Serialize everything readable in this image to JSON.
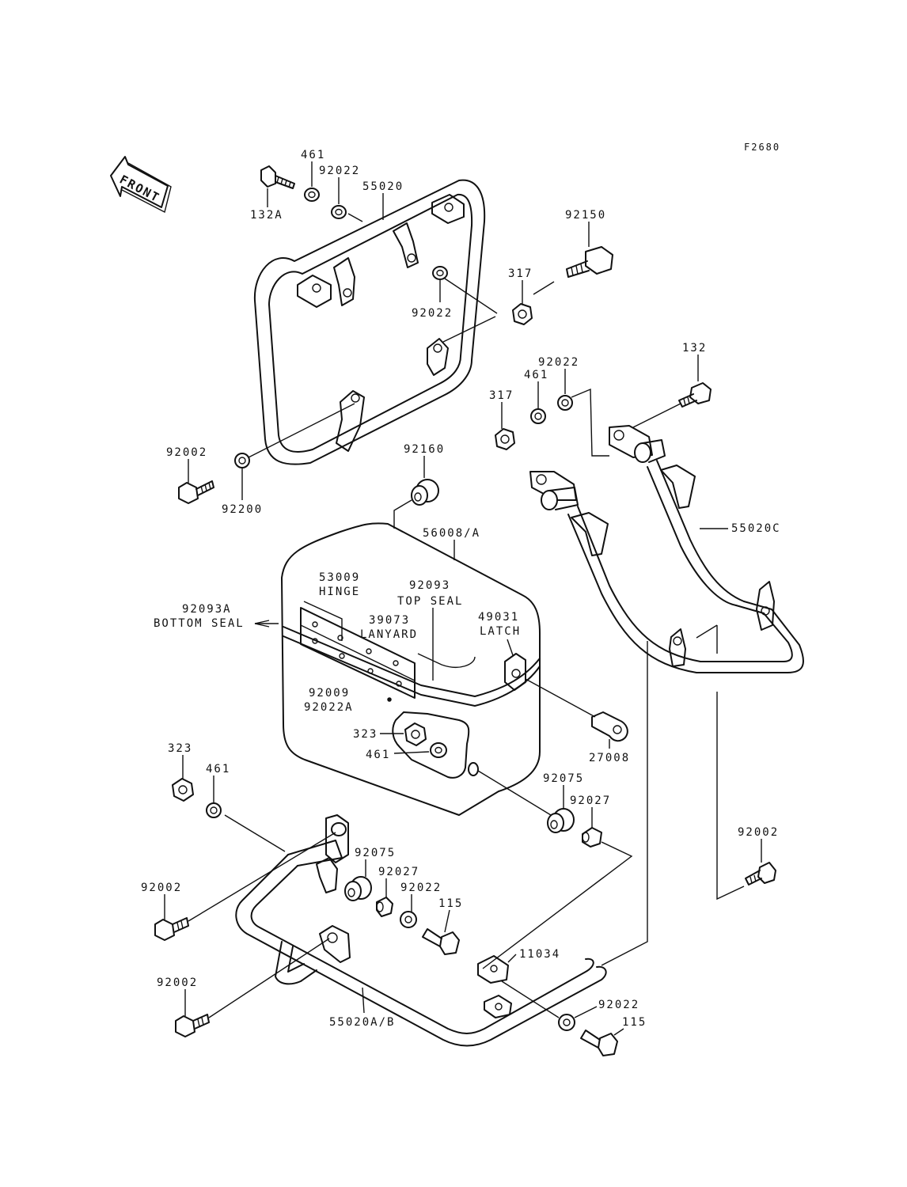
{
  "figure_code": "F2680",
  "front_label": "FRONT",
  "callouts": {
    "c132A": "132A",
    "c461_top": "461",
    "c92022_top": "92022",
    "c55020": "55020",
    "c92150": "92150",
    "c317_top": "317",
    "c92022_mid": "92022",
    "c132": "132",
    "c92022_right": "92022",
    "c461_right": "461",
    "c317_right": "317",
    "c92002_left": "92002",
    "c92200": "92200",
    "c92160": "92160",
    "c56008A": "56008/A",
    "c55020C": "55020C",
    "c53009": "53009",
    "hinge": "HINGE",
    "c92093": "92093",
    "top_seal": "TOP SEAL",
    "c92093A": "92093A",
    "bottom_seal": "BOTTOM SEAL",
    "c39073": "39073",
    "lanyard": "LANYARD",
    "c49031": "49031",
    "latch": "LATCH",
    "c92009": "92009",
    "c92022A": "92022A",
    "c323_inner": "323",
    "c461_inner": "461",
    "c27008": "27008",
    "c323_left": "323",
    "c461_left": "461",
    "c92075_right": "92075",
    "c92027_right": "92027",
    "c92002_right": "92002",
    "c92075_left": "92075",
    "c92027_left": "92027",
    "c92022_low": "92022",
    "c115_low": "115",
    "c92002_lower1": "92002",
    "c11034": "11034",
    "c92002_lower2": "92002",
    "c55020AB": "55020A/B",
    "c92022_bottom": "92022",
    "c115_bottom": "115"
  }
}
